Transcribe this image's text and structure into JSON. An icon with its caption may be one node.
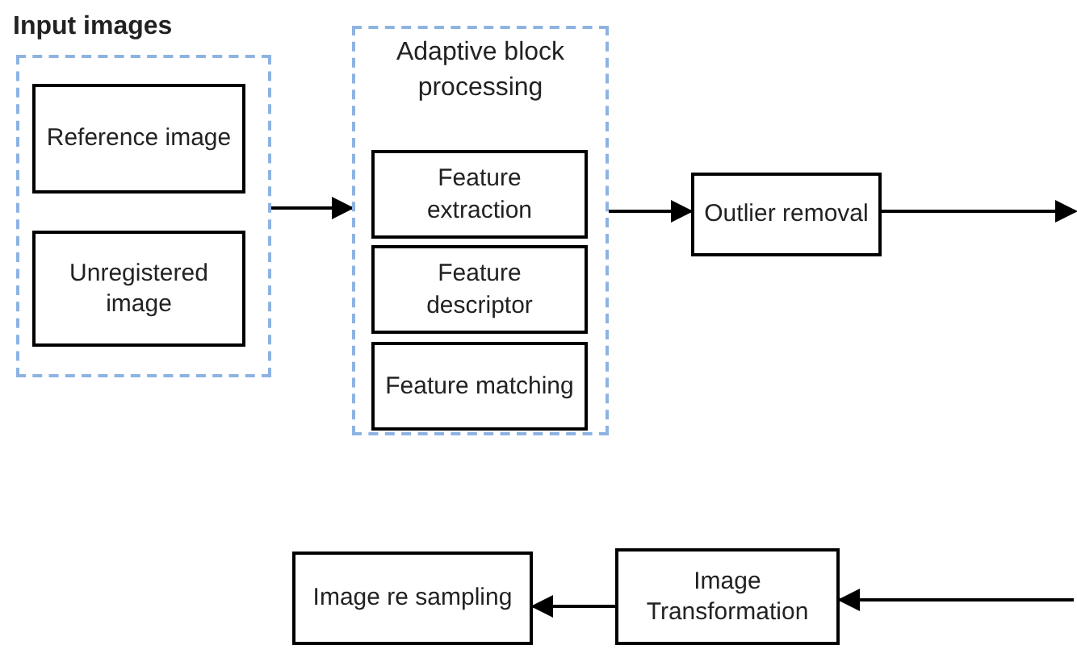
{
  "diagram": {
    "nodes": [
      {
        "text": [
          "Input images"
        ]
      },
      {
        "text": [
          "Reference image"
        ],
        "in": 0
      },
      {
        "text": [
          "Unregistered image"
        ],
        "in": 0
      },
      {
        "text": [
          "Adaptive block processing"
        ]
      },
      {
        "text": [
          "Feature extraction"
        ],
        "in": 3
      },
      {
        "text": [
          "Feature descriptor"
        ],
        "in": 3
      },
      {
        "text": [
          "Feature matching"
        ],
        "in": 3
      },
      {
        "text": [
          "Outlier removal"
        ]
      },
      {
        "text": [
          "Image Transformation"
        ]
      },
      {
        "text": [
          "Image re sampling"
        ]
      }
    ],
    "edges": [
      {
        "from": 0,
        "to": 3,
        "arrow": "to"
      },
      {
        "from": 3,
        "to": 7,
        "arrow": "to"
      },
      {
        "from": 7,
        "to": null,
        "arrow": "to"
      },
      {
        "from": null,
        "to": 8,
        "arrow": "to"
      },
      {
        "from": 8,
        "to": 9,
        "arrow": "to"
      }
    ]
  }
}
